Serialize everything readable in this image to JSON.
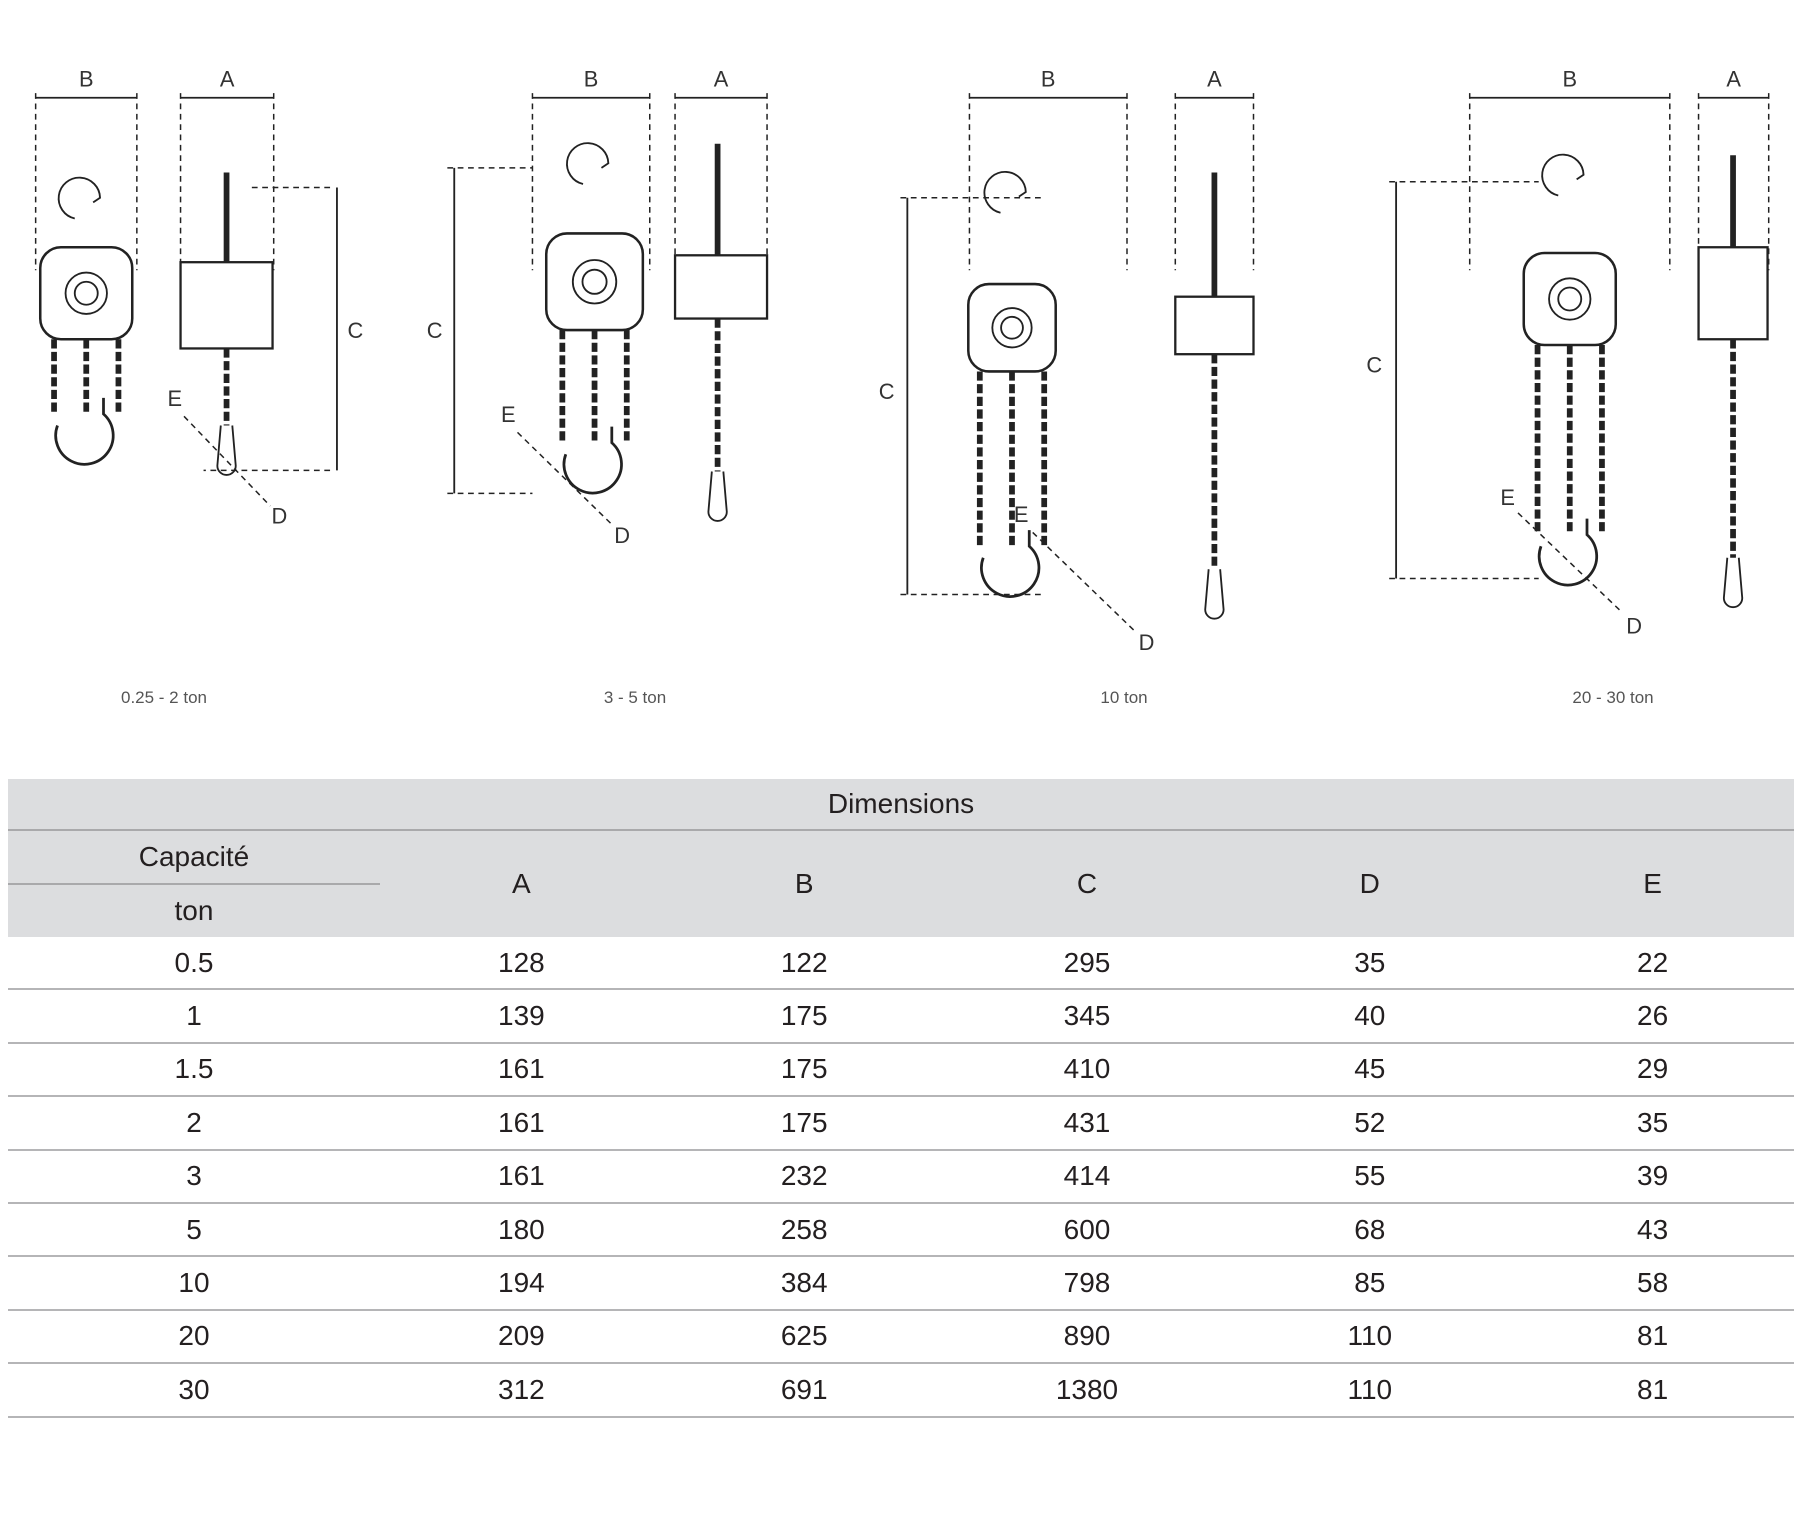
{
  "figures": [
    {
      "caption": "0.25 - 2 ton",
      "labels": {
        "A": "A",
        "B": "B",
        "C": "C",
        "D": "D",
        "E": "E"
      }
    },
    {
      "caption": "3 - 5 ton",
      "labels": {
        "A": "A",
        "B": "B",
        "C": "C",
        "D": "D",
        "E": "E"
      }
    },
    {
      "caption": "10 ton",
      "labels": {
        "A": "A",
        "B": "B",
        "C": "C",
        "D": "D",
        "E": "E"
      }
    },
    {
      "caption": "20 - 30 ton",
      "labels": {
        "A": "A",
        "B": "B",
        "C": "C",
        "D": "D",
        "E": "E"
      }
    }
  ],
  "table": {
    "group_header": "Dimensions",
    "capacity_header": "Capacité",
    "capacity_unit": "ton",
    "columns": [
      "A",
      "B",
      "C",
      "D",
      "E"
    ],
    "rows": [
      [
        "0.5",
        "128",
        "122",
        "295",
        "35",
        "22"
      ],
      [
        "1",
        "139",
        "175",
        "345",
        "40",
        "26"
      ],
      [
        "1.5",
        "161",
        "175",
        "410",
        "45",
        "29"
      ],
      [
        "2",
        "161",
        "175",
        "431",
        "52",
        "35"
      ],
      [
        "3",
        "161",
        "232",
        "414",
        "55",
        "39"
      ],
      [
        "5",
        "180",
        "258",
        "600",
        "68",
        "43"
      ],
      [
        "10",
        "194",
        "384",
        "798",
        "85",
        "58"
      ],
      [
        "20",
        "209",
        "625",
        "890",
        "110",
        "81"
      ],
      [
        "30",
        "312",
        "691",
        "1380",
        "110",
        "81"
      ]
    ]
  }
}
